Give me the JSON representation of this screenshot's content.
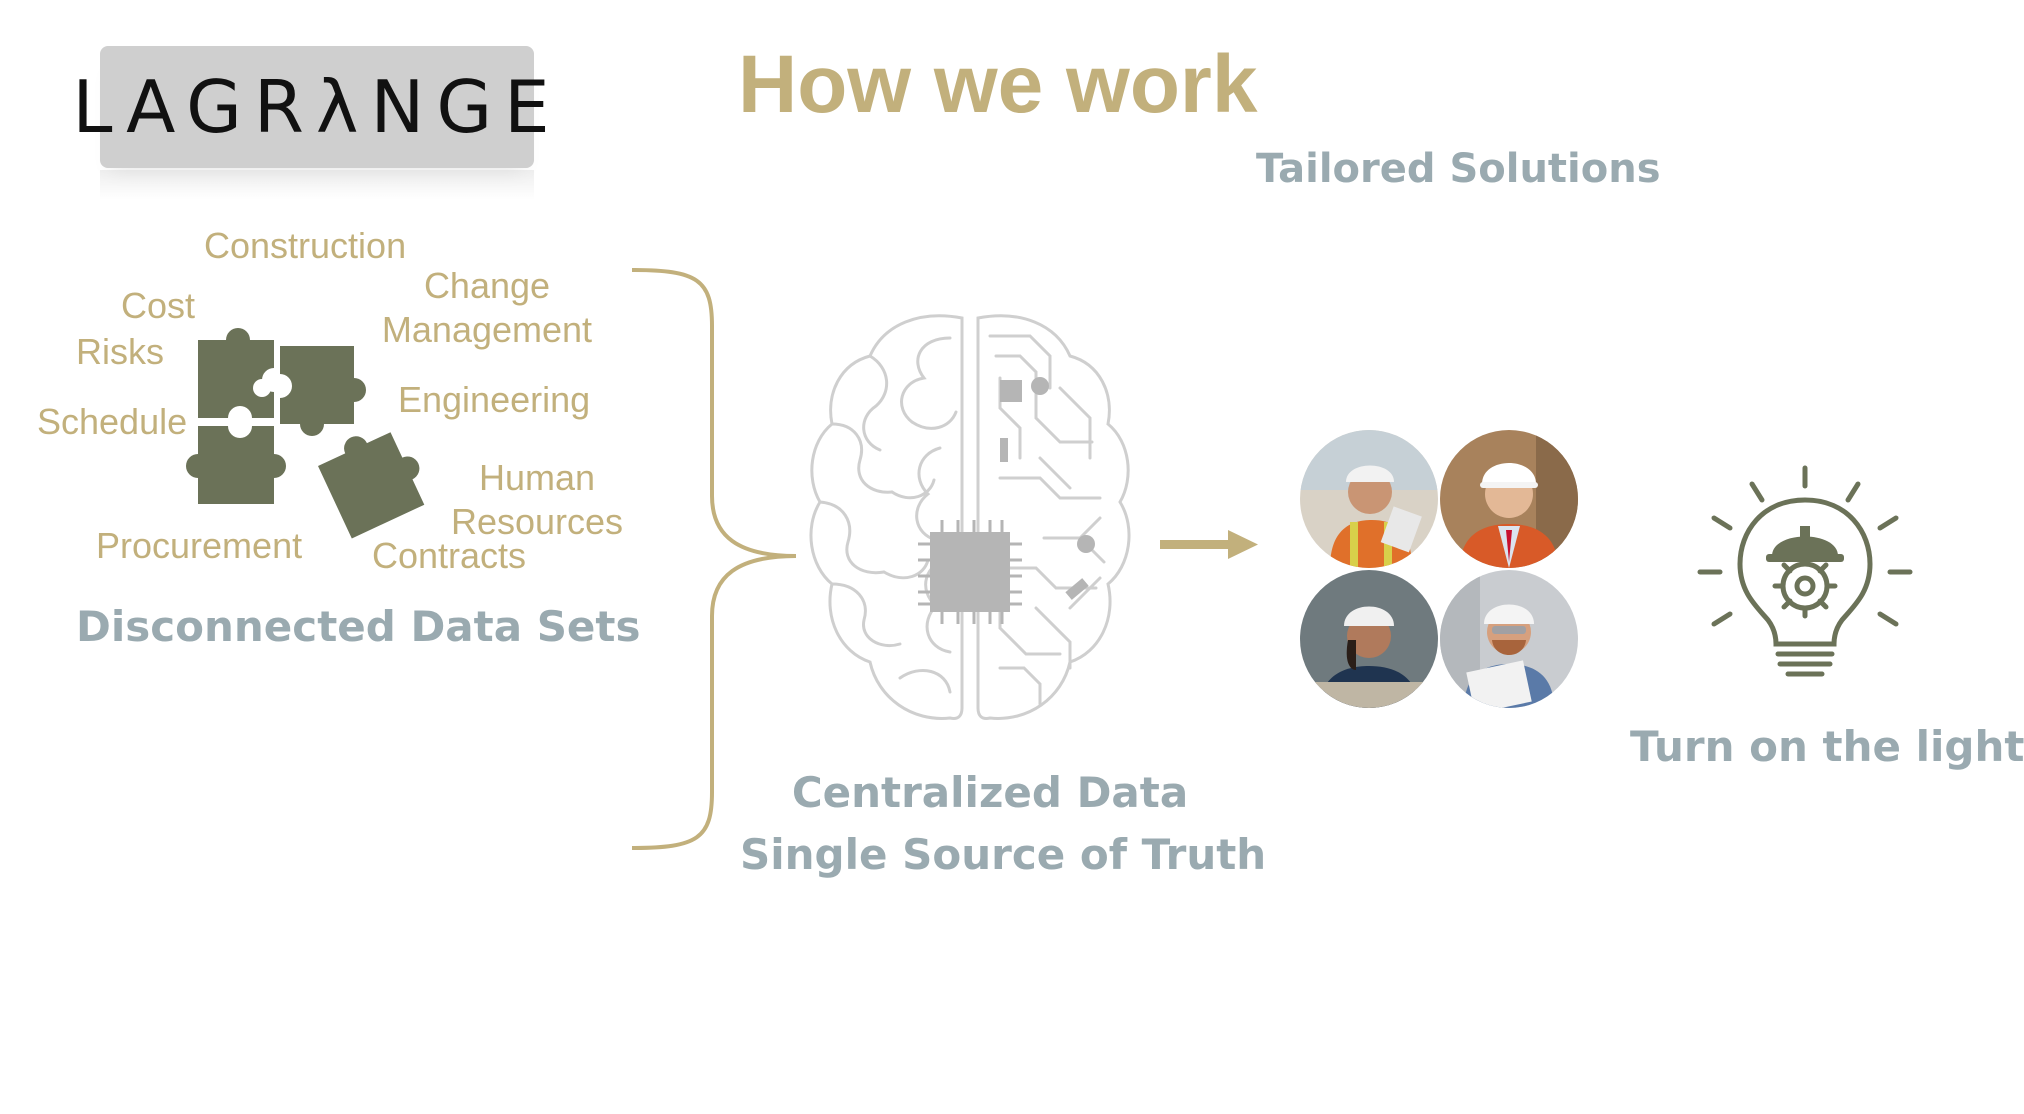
{
  "logo": {
    "text": "LAGRλNGE"
  },
  "title": "How we work",
  "tailored_solutions": "Tailored Solutions",
  "data_sets": {
    "labels": [
      "Construction",
      "Cost",
      "Change Management",
      "Risks",
      "Engineering",
      "Schedule",
      "Human Resources",
      "Procurement",
      "Contracts"
    ],
    "caption": "Disconnected Data Sets"
  },
  "centralized": {
    "line1": "Centralized Data",
    "line2": "Single Source of Truth"
  },
  "lights": {
    "caption": "Turn on the lights"
  },
  "icons": {
    "puzzle": "puzzle-icon",
    "brain": "brain-circuit-icon",
    "arrow": "arrow-right-icon",
    "bulb": "lightbulb-hardhat-icon"
  },
  "colors": {
    "gold": "#c2b07c",
    "grey_text": "#9aaab0",
    "olive": "#6b7258",
    "brain_line": "#cfcfcf",
    "chip": "#b5b5b5"
  }
}
